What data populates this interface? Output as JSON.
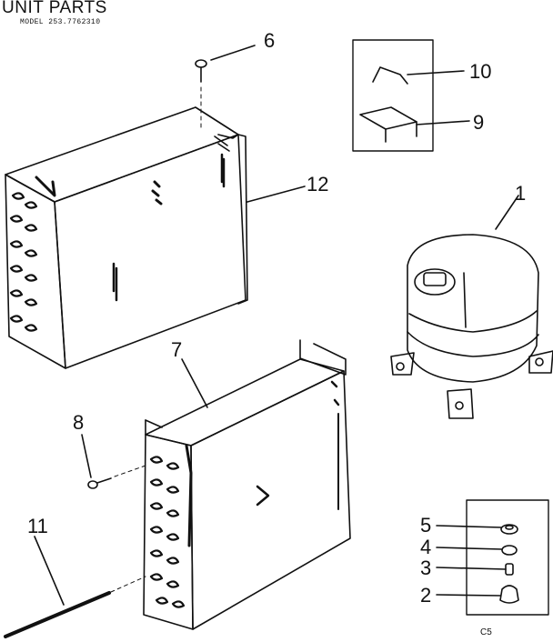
{
  "header": {
    "title": "UNIT PARTS",
    "model": "MODEL 253.7762310"
  },
  "footer": {
    "page_code": "C5"
  },
  "callouts": [
    {
      "id": "1",
      "label": "1"
    },
    {
      "id": "2",
      "label": "2"
    },
    {
      "id": "3",
      "label": "3"
    },
    {
      "id": "4",
      "label": "4"
    },
    {
      "id": "5",
      "label": "5"
    },
    {
      "id": "6",
      "label": "6"
    },
    {
      "id": "7",
      "label": "7"
    },
    {
      "id": "8",
      "label": "8"
    },
    {
      "id": "9",
      "label": "9"
    },
    {
      "id": "10",
      "label": "10"
    },
    {
      "id": "11",
      "label": "11"
    },
    {
      "id": "12",
      "label": "12"
    }
  ]
}
